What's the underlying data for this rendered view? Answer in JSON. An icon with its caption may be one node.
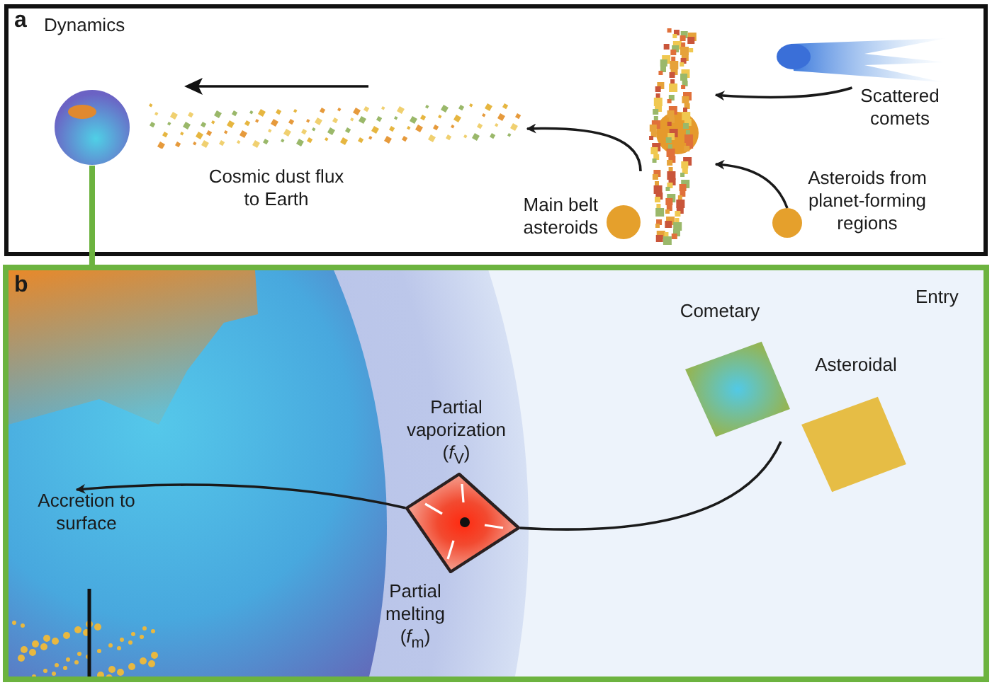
{
  "diagram": {
    "nodes": [
      {
        "text": [
          "a",
          "Dynamics"
        ]
      },
      {
        "text": [],
        "shape": "picture"
      },
      {
        "text": [],
        "shape": "picture",
        "beside": [
          "Cosmic dust flux to Earth"
        ]
      },
      {
        "text": [],
        "shape": "picture",
        "in": 0
      },
      {
        "text": [],
        "shape": "circle",
        "in": 0,
        "beside": [
          "Main belt asteroids"
        ]
      },
      {
        "text": [],
        "shape": "picture",
        "in": 0,
        "beside": [
          "Scattered comets"
        ]
      },
      {
        "text": [],
        "shape": "circle",
        "in": 0,
        "beside": [
          "Asteroids from planet-forming regions"
        ]
      },
      {
        "text": [
          "b",
          "Entry"
        ]
      },
      {
        "text": [
          "Accretion to surface"
        ],
        "in": 7
      },
      {
        "text": [],
        "shape": "diamond",
        "in": 7,
        "beside": [
          "Partial vaporization (*f*$_{V}$)",
          "Partial melting (*f*$_{m}$)"
        ]
      },
      {
        "text": [],
        "shape": "box",
        "beside": [
          "Cometary"
        ]
      },
      {
        "text": [],
        "shape": "box",
        "beside": [
          "Asteroidal"
        ]
      }
    ],
    "edges": [
      {
        "from": 5,
        "to": 3,
        "arrow": "to"
      },
      {
        "from": 6,
        "to": 3,
        "arrow": "to"
      },
      {
        "from": 3,
        "to": 2,
        "arrow": "to"
      },
      {
        "from": 1,
        "to": 7,
        "arrow": "none",
        "style": "thick",
        "color": "#6cb33f"
      },
      {
        "from": null,
        "to": 9,
        "arrow": "none"
      },
      {
        "from": 9,
        "to": 8,
        "arrow": "to"
      }
    ]
  }
}
